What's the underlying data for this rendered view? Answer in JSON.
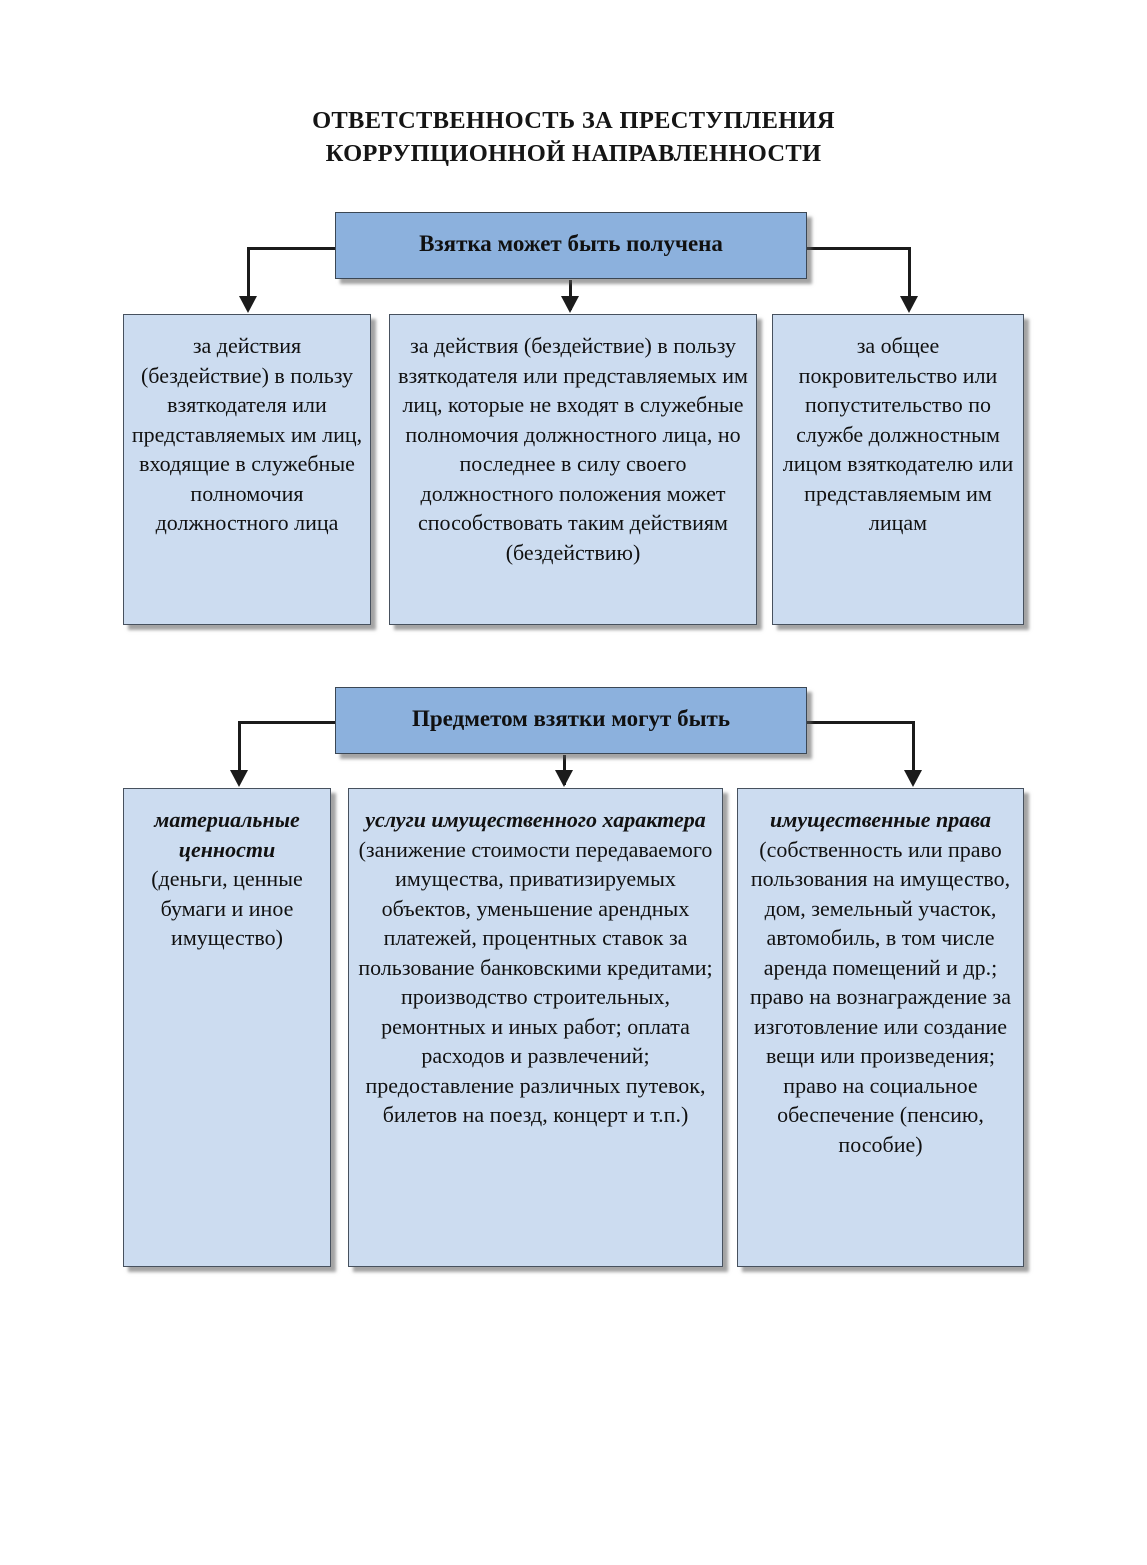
{
  "document": {
    "title_lines": [
      "ОТВЕТСТВЕННОСТЬ ЗА ПРЕСТУПЛЕНИЯ",
      "КОРРУПЦИОННОЙ НАПРАВЛЕННОСТИ"
    ]
  },
  "colors": {
    "header_fill": "#8cb1dd",
    "cell_fill": "#ccdcf0",
    "border": "#47515e",
    "connector": "#1b1b1b",
    "text": "#111111",
    "page_background": "#ffffff"
  },
  "sections": [
    {
      "header": "Взятка может быть получена",
      "boxes": [
        {
          "emphasis": "",
          "body": "за действия (бездействие) в пользу взяткодателя или представляемых им лиц, входящие в служебные полномочия должностного лица"
        },
        {
          "emphasis": "",
          "body": "за действия (бездействие) в пользу взяткодателя или представляемых им лиц, которые не входят в служебные полномочия должностного лица, но последнее в силу своего должностного положения может способствовать таким действиям (бездействию)"
        },
        {
          "emphasis": "",
          "body": "за общее покровительство или попустительство по службе должностным лицом взяткодателю или представляемым им лицам"
        }
      ]
    },
    {
      "header": "Предметом взятки могут быть",
      "boxes": [
        {
          "emphasis": "материальные ценности",
          "body": "(деньги, ценные бумаги и иное имущество)"
        },
        {
          "emphasis": "услуги имущественного характера",
          "body": "(занижение стоимости передаваемого имущества, приватизируемых объектов, уменьшение арендных платежей, процентных ставок за пользование банковскими кредитами; производство строительных, ремонтных и иных работ; оплата расходов и развлечений; предоставление различных путевок, билетов на поезд, концерт и т.п.)"
        },
        {
          "emphasis": "имущественные права",
          "body": "(собственность или право пользования на имущество, дом, земельный участок, автомобиль, в том числе аренда помещений и др.; право на вознаграждение за изготовление или создание вещи или произведения; право на социальное обеспечение (пенсию, пособие)"
        }
      ]
    }
  ]
}
